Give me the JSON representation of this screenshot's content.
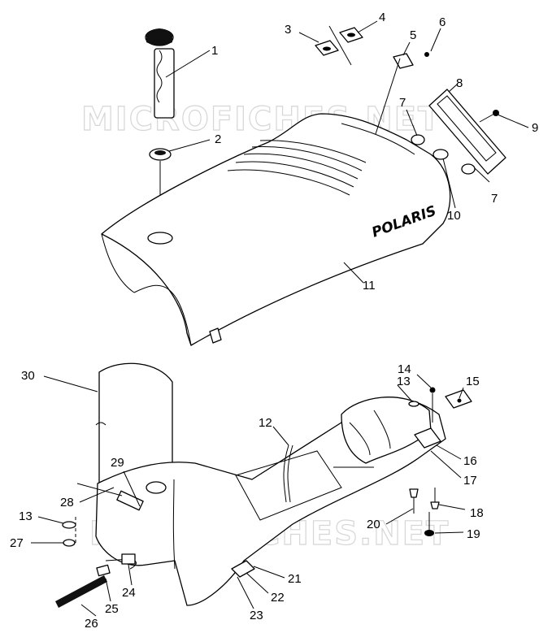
{
  "watermark": "MICROFICHES.NET",
  "brand_logo": "POLARIS",
  "callouts": [
    {
      "id": "1",
      "label": "1"
    },
    {
      "id": "2",
      "label": "2"
    },
    {
      "id": "3",
      "label": "3"
    },
    {
      "id": "4",
      "label": "4"
    },
    {
      "id": "5",
      "label": "5"
    },
    {
      "id": "6",
      "label": "6"
    },
    {
      "id": "7a",
      "label": "7"
    },
    {
      "id": "7b",
      "label": "7"
    },
    {
      "id": "8",
      "label": "8"
    },
    {
      "id": "9",
      "label": "9"
    },
    {
      "id": "10",
      "label": "10"
    },
    {
      "id": "11",
      "label": "11"
    },
    {
      "id": "12",
      "label": "12"
    },
    {
      "id": "13a",
      "label": "13"
    },
    {
      "id": "13b",
      "label": "13"
    },
    {
      "id": "14",
      "label": "14"
    },
    {
      "id": "15",
      "label": "15"
    },
    {
      "id": "16",
      "label": "16"
    },
    {
      "id": "17",
      "label": "17"
    },
    {
      "id": "18",
      "label": "18"
    },
    {
      "id": "19",
      "label": "19"
    },
    {
      "id": "20",
      "label": "20"
    },
    {
      "id": "21",
      "label": "21"
    },
    {
      "id": "22",
      "label": "22"
    },
    {
      "id": "23",
      "label": "23"
    },
    {
      "id": "24",
      "label": "24"
    },
    {
      "id": "25",
      "label": "25"
    },
    {
      "id": "26",
      "label": "26"
    },
    {
      "id": "27",
      "label": "27"
    },
    {
      "id": "28",
      "label": "28"
    },
    {
      "id": "29",
      "label": "29"
    },
    {
      "id": "30",
      "label": "30"
    }
  ]
}
